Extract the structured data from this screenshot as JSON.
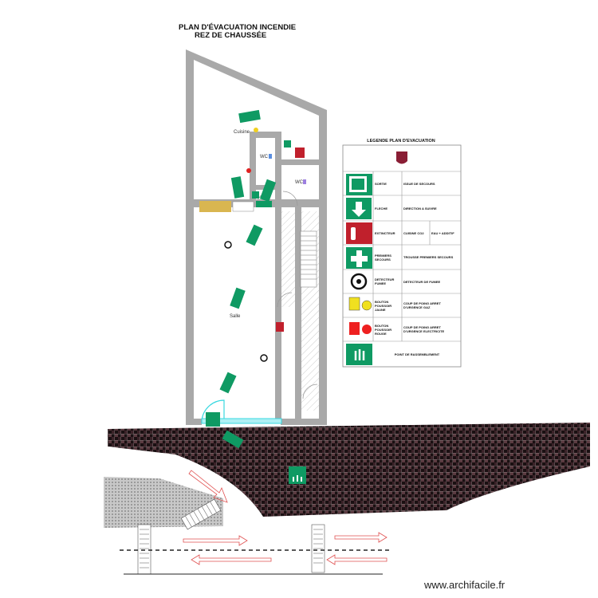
{
  "plan": {
    "title_line1": "PLAN D'ÉVACUATION INCENDIE",
    "title_line2": "REZ DE CHAUSSÉE",
    "rooms": {
      "kitchen": "Cuisine",
      "wc1": "WC",
      "wc2": "WC",
      "hall": "Salle"
    }
  },
  "legend": {
    "title": "LEGENDE PLAN D'EVACUATION",
    "rows": [
      {
        "icon": "emergency-exit-icon",
        "label": "SORTIE",
        "desc": "ISSUE DE SECOURS"
      },
      {
        "icon": "direction-arrow-icon",
        "label": "FLECHE",
        "desc": "DIRECTION A SUIVRE"
      },
      {
        "icon": "fire-extinguisher-icon",
        "label": "EXTINCTEUR",
        "desc": "CUISINE CO2",
        "desc2": "EAU + ADDITIF"
      },
      {
        "icon": "first-aid-icon",
        "label": "PREMIERS SECOURS",
        "desc": "TROUSSE PREMIERS SECOURS"
      },
      {
        "icon": "smoke-detector-icon",
        "label": "DETECTEUR FUMEE",
        "desc": "DETECTEUR DE FUMEE"
      },
      {
        "icon": "yellow-button-icon",
        "label": "BOUTON POUSSOIR JAUNE",
        "desc": "COUP DE POING ARRET D'URGENCE GAZ"
      },
      {
        "icon": "red-button-icon",
        "label": "BOUTON POUSSOIR ROUGE",
        "desc": "COUP DE POING ARRET D'URGENCE ELECTRICITE"
      },
      {
        "icon": "assembly-point-icon",
        "label": "",
        "desc": "POINT DE RASSEMBLEMENT"
      }
    ]
  },
  "colors": {
    "wall": "#a9a9a9",
    "exit_green": "#0f9a63",
    "fire_red": "#c0202c",
    "door_cyan": "#38d8e0",
    "bench": "#d9b650"
  },
  "watermark": "www.archifacile.fr"
}
